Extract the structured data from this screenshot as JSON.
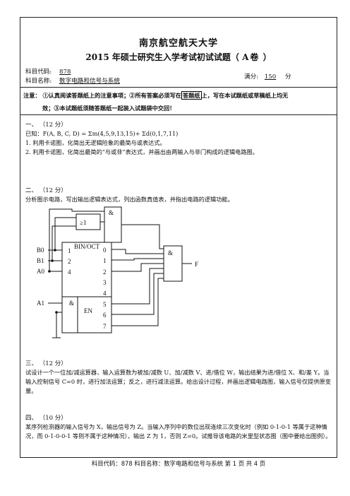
{
  "header": {
    "school": "南京航空航天大学",
    "exam_title": "2015 年硕士研究生入学考试初试试题（",
    "paper_type": "A卷",
    "close_paren": "）",
    "code_label": "科目代码:",
    "code_value": "878",
    "name_label": "科目名称:",
    "name_value": "数字电路和信号与系统",
    "score_label": "满分:",
    "score_value": "150",
    "score_unit": "分"
  },
  "notice": {
    "label": "注意：",
    "line1_a": "①认真阅读答题纸上的注意事项；②所有答案必须写在",
    "line1_box": "答题纸",
    "line1_b": "上，写在本试题纸或草稿纸上均无",
    "line2": "效；③本试题纸须随答题纸一起装入试题袋中交回！"
  },
  "q1": {
    "heading": "一、 （12 分）",
    "given": "已知：F(A, B, C, D) = Σm(4,5,9,13,15)+ Σd(0,1,7,11)",
    "item1": "1. 利用卡诺图，化简出无逻辑险象的最简与或表达式。",
    "item2": "2. 利用卡诺图，化简出最简的“与或非”表达式，并画出由两输入与非门构成的逻辑电路图。"
  },
  "q2": {
    "heading": "二、 （12 分）",
    "text": "分析图示电路，写出输出逻辑表达式，列出函数真值表，并指出电路的逻辑功能。"
  },
  "circuit": {
    "or_gate": "≥1",
    "and_top": "&",
    "and_right": "&",
    "decoder_title": "BIN/OCT",
    "decoder_inputs": [
      "1",
      "2",
      "4"
    ],
    "decoder_outputs": [
      "0",
      "1",
      "2",
      "3",
      "4",
      "5",
      "6",
      "7"
    ],
    "enable_and": "&",
    "enable": "EN",
    "inputs": [
      "B0",
      "B1",
      "A0",
      "A1"
    ],
    "output": "F"
  },
  "q3": {
    "heading": "三、 （12 分）",
    "text": "试设计一个一位加/减运算器，输入运算数为被加/减数 U、加/减数 V、进/借位 W，输出结果为进/借位 X、和/差 Y。当输入控制信号 C=0 时，进行加法运算；反之，进行减法运算。给出设计过程，并画出逻辑电路图，输入信号仅提供原变量。"
  },
  "q4": {
    "heading": "四、 （10 分）",
    "text": "某序列检测器的输入信号为 X，输出信号为 Z。当输入序列中的数位出现连续三次变化时（例如 0-1-0-1 等属于这种情况，而 0-1-0-0-1 等则不属于这种情况），输出 Z 为 1，否则 Z=0。试推导该电路的米里型状态图（图中要给出图例）。"
  },
  "footer": {
    "text": "科目代码：878 科目名称：数字电路和信号与系统 第 1 页 共 4 页"
  }
}
